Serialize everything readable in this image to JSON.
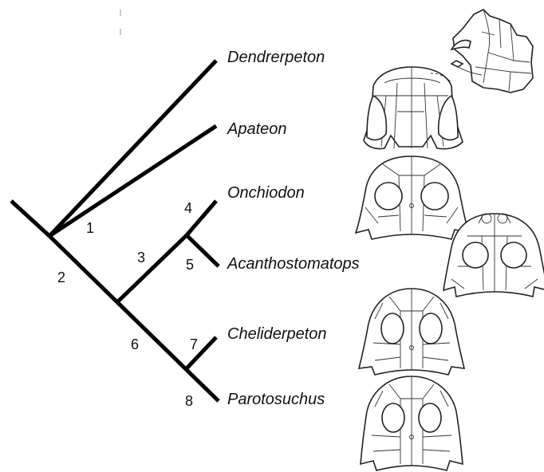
{
  "taxa": {
    "dendrerpeton": "Dendrerpeton",
    "apateon": "Apateon",
    "onchiodon": "Onchiodon",
    "acanthostomatops": "Acanthostomatops",
    "cheliderpeton": "Cheliderpeton",
    "parotosuchus": "Parotosuchus"
  },
  "nodes": {
    "n1": "1",
    "n2": "2",
    "n3": "3",
    "n4": "4",
    "n5": "5",
    "n6": "6",
    "n7": "7",
    "n8": "8"
  },
  "illustrations": [
    "dendrerpeton-skull-icon",
    "apateon-skull-icon",
    "onchiodon-skull-icon",
    "acanthostomatops-skull-icon",
    "cheliderpeton-skull-icon",
    "parotosuchus-skull-icon"
  ]
}
